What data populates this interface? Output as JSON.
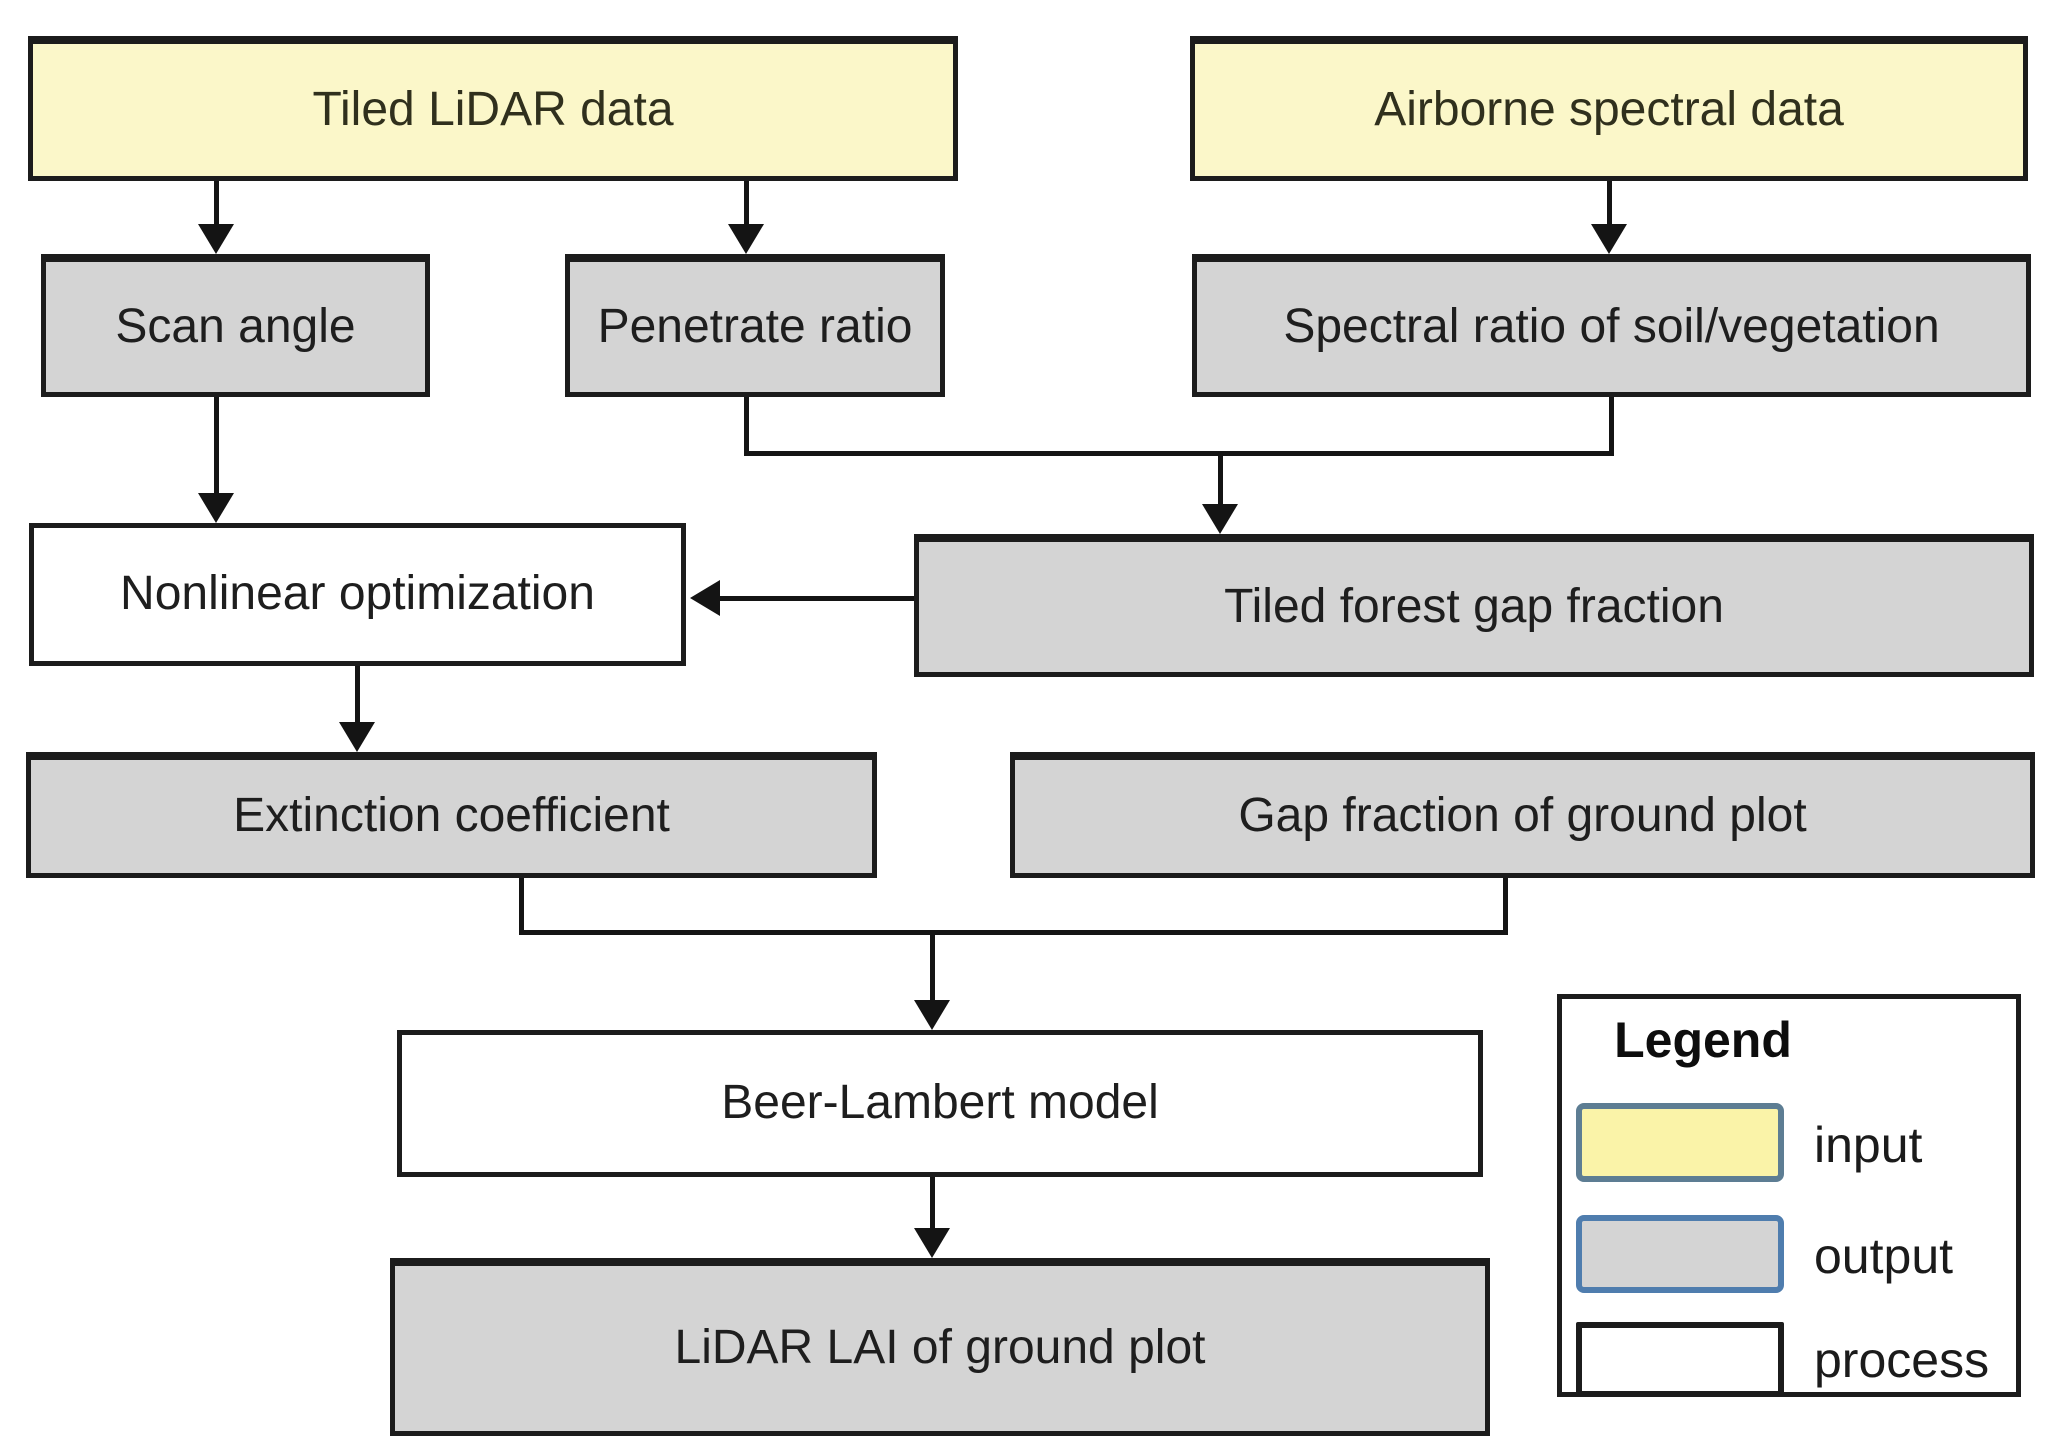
{
  "colors": {
    "input_fill": "#FBF7C9",
    "legend_input_fill": "#FAF3A8",
    "output_fill": "#D4D4D4",
    "process_fill": "#FFFFFF",
    "node_border": "#1C1C1C",
    "line_color": "#141414",
    "legend_input_border": "#5D7D93",
    "legend_output_border": "#4F7DAE",
    "text_color": "#1E1E1E"
  },
  "nodes": {
    "tiled_lidar": {
      "label": "Tiled LiDAR data",
      "type": "input"
    },
    "airborne_spectral": {
      "label": "Airborne spectral data",
      "type": "input"
    },
    "scan_angle": {
      "label": "Scan angle",
      "type": "output"
    },
    "penetrate_ratio": {
      "label": "Penetrate ratio",
      "type": "output"
    },
    "spectral_ratio": {
      "label": "Spectral ratio of soil/vegetation",
      "type": "output"
    },
    "nonlinear_opt": {
      "label": "Nonlinear optimization",
      "type": "process"
    },
    "tiled_gap": {
      "label": "Tiled forest gap fraction",
      "type": "output"
    },
    "extinction": {
      "label": "Extinction coefficient",
      "type": "output"
    },
    "gap_ground": {
      "label": "Gap fraction of ground plot",
      "type": "output"
    },
    "beer_lambert": {
      "label": "Beer-Lambert model",
      "type": "process"
    },
    "lidar_lai": {
      "label": "LiDAR LAI of ground plot",
      "type": "output"
    }
  },
  "legend": {
    "title": "Legend",
    "items": [
      {
        "label": "input",
        "type": "input"
      },
      {
        "label": "output",
        "type": "output"
      },
      {
        "label": "process",
        "type": "process"
      }
    ]
  }
}
